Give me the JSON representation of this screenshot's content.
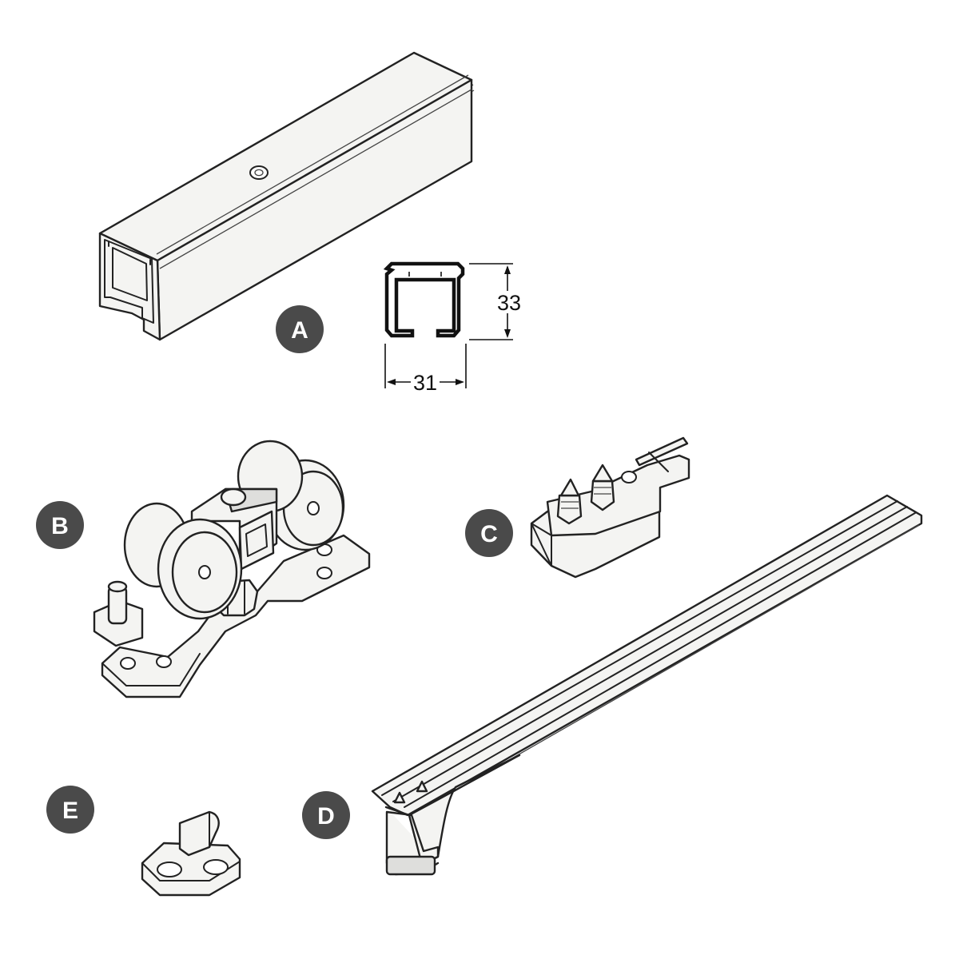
{
  "labels": {
    "a": "A",
    "b": "B",
    "c": "C",
    "d": "D",
    "e": "E"
  },
  "dimensions": {
    "height": "33",
    "width": "31"
  },
  "colors": {
    "badge": "#4a4a4a",
    "outline": "#222222",
    "fill": "#f4f4f2"
  }
}
